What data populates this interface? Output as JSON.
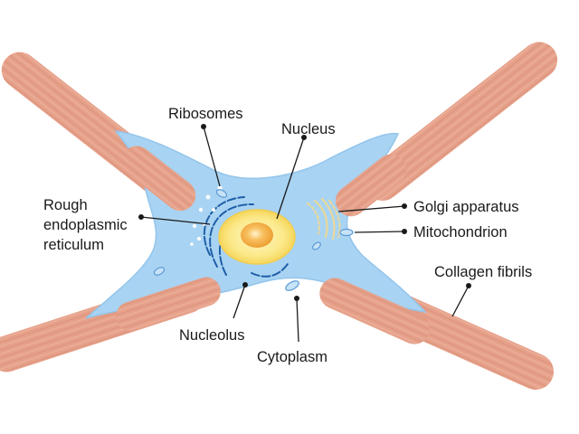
{
  "labels": {
    "ribosomes": "Ribosomes",
    "nucleus": "Nucleus",
    "rough_er_line1": "Rough",
    "rough_er_line2": "endoplasmic",
    "rough_er_line3": "reticulum",
    "golgi": "Golgi apparatus",
    "mitochondrion": "Mitochondrion",
    "collagen": "Collagen fibrils",
    "nucleolus": "Nucleolus",
    "cytoplasm": "Cytoplasm"
  },
  "colors": {
    "cytoplasm": "#a9d3f2",
    "cytoplasm_edge": "#8ec3ea",
    "fibril": "#e5a48e",
    "fibril_stripe": "#d07f68",
    "nucleus_outer": "#fbe98a",
    "nucleolus": "#f4a43a",
    "er": "#1f5fa8",
    "golgi": "#e8d89a"
  }
}
